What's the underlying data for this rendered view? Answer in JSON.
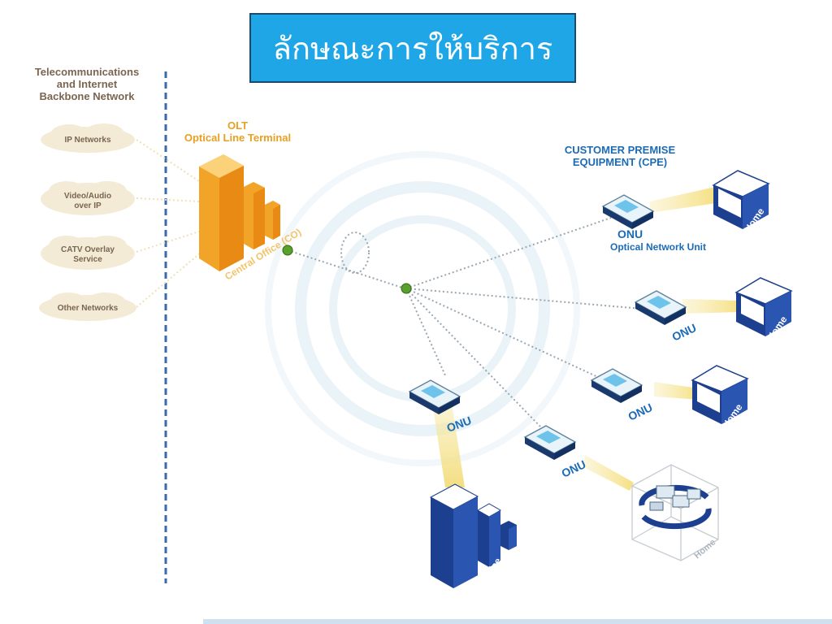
{
  "title": "ลักษณะการให้บริการ",
  "backbone_label": [
    "Telecommunications",
    "and Internet",
    "Backbone Network"
  ],
  "clouds": [
    {
      "lines": [
        "IP Networks"
      ]
    },
    {
      "lines": [
        "Video/Audio",
        "over IP"
      ]
    },
    {
      "lines": [
        "CATV Overlay",
        "Service"
      ]
    },
    {
      "lines": [
        "Other Networks"
      ]
    }
  ],
  "olt": {
    "abbr": "OLT",
    "full": "Optical Line Terminal",
    "central_office": "Central Office (CO)"
  },
  "cpe_label": [
    "CUSTOMER PREMISE",
    "EQUIPMENT (CPE)"
  ],
  "onu_main": {
    "abbr": "ONU",
    "full": "Optical Network Unit"
  },
  "onu_label": "ONU",
  "home_label": "Home",
  "office_label": "Office",
  "colors": {
    "title_bg": "#1ea6e6",
    "olt_orange": "#f2a428",
    "building_blue": "#1d3f8f",
    "splitter_green": "#5aa02c",
    "dashed_divider": "#3a6aa8"
  }
}
